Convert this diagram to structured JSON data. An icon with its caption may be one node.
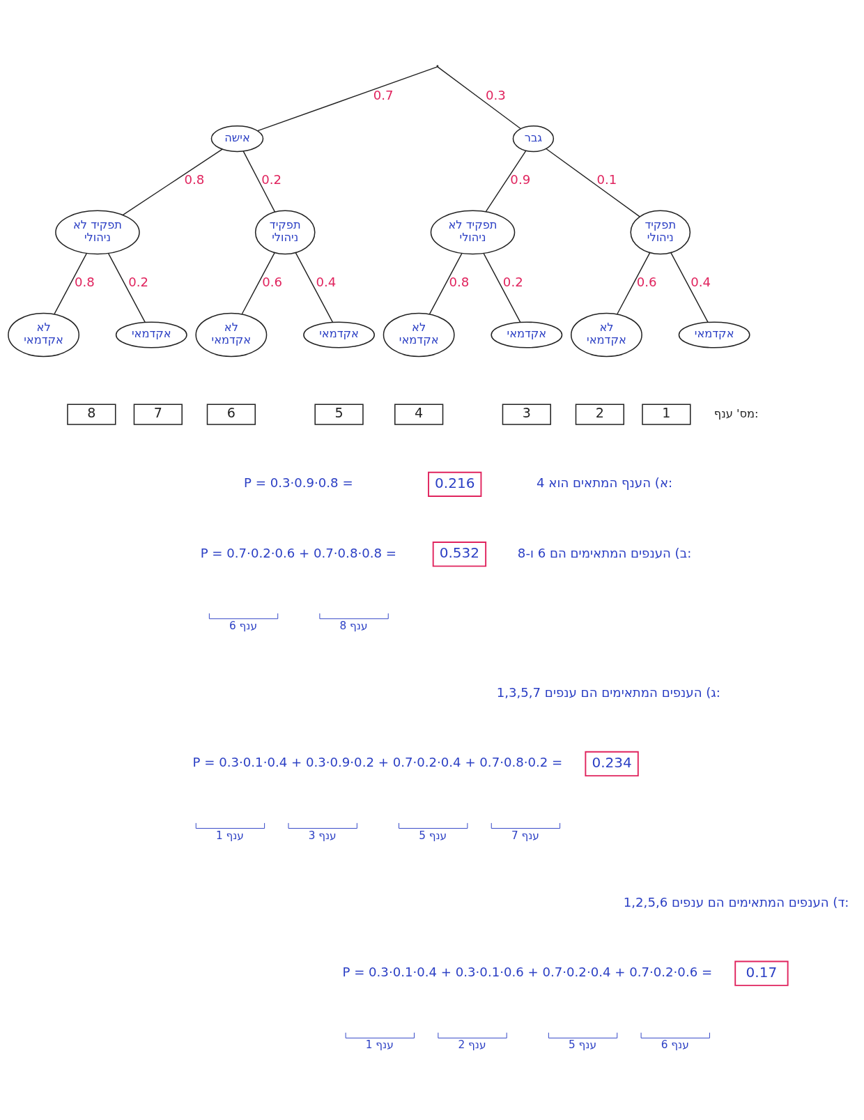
{
  "diagram": {
    "nodes": [
      {
        "text": [],
        "shape": "point"
      },
      {
        "text": [
          "אישה"
        ]
      },
      {
        "text": [
          "גבר"
        ]
      },
      {
        "text": [
          "תפקיד לא ניהולי"
        ]
      },
      {
        "text": [
          "תפקיד ניהולי"
        ]
      },
      {
        "text": [
          "תפקיד לא ניהולי"
        ]
      },
      {
        "text": [
          "תפקיד ניהולי"
        ]
      },
      {
        "text": [
          "לא אקדמאי"
        ]
      },
      {
        "text": [
          "אקדמאי"
        ]
      },
      {
        "text": [
          "לא אקדמאי"
        ]
      },
      {
        "text": [
          "אקדמאי"
        ]
      },
      {
        "text": [
          "לא אקדמאי"
        ]
      },
      {
        "text": [
          "אקדמאי"
        ]
      },
      {
        "text": [
          "לא אקדמאי"
        ]
      },
      {
        "text": [
          "אקדמאי"
        ]
      },
      {
        "text": [
          "8"
        ]
      },
      {
        "text": [
          "7"
        ]
      },
      {
        "text": [
          "6"
        ]
      },
      {
        "text": [
          "5"
        ]
      },
      {
        "text": [
          "4"
        ]
      },
      {
        "text": [
          "3"
        ]
      },
      {
        "text": [
          "2"
        ]
      },
      {
        "text": [
          "1"
        ]
      },
      {
        "text": [
          "0.216"
        ]
      },
      {
        "text": [
          "0.532"
        ]
      },
      {
        "text": [
          "0.234"
        ]
      },
      {
        "text": [
          "0.17"
        ]
      }
    ],
    "edges": [
      {
        "from": 0,
        "to": 1,
        "arrow": "none",
        "label": "0.7"
      },
      {
        "from": 0,
        "to": 2,
        "arrow": "none",
        "label": "0.3"
      },
      {
        "from": 1,
        "to": 3,
        "arrow": "none",
        "label": "0.8"
      },
      {
        "from": 1,
        "to": 4,
        "arrow": "none",
        "label": "0.2"
      },
      {
        "from": 2,
        "to": 5,
        "arrow": "none",
        "label": "0.9"
      },
      {
        "from": 2,
        "to": 6,
        "arrow": "none",
        "label": "0.1"
      },
      {
        "from": 3,
        "to": 7,
        "arrow": "none",
        "label": "0.8"
      },
      {
        "from": 3,
        "to": 8,
        "arrow": "none",
        "label": "0.2"
      },
      {
        "from": 4,
        "to": 9,
        "arrow": "none",
        "label": "0.6"
      },
      {
        "from": 4,
        "to": 10,
        "arrow": "none",
        "label": "0.4"
      },
      {
        "from": 5,
        "to": 11,
        "arrow": "none",
        "label": "0.8"
      },
      {
        "from": 5,
        "to": 12,
        "arrow": "none",
        "label": "0.2"
      },
      {
        "from": 6,
        "to": 13,
        "arrow": "none",
        "label": "0.6"
      },
      {
        "from": 6,
        "to": 14,
        "arrow": "none",
        "label": "0.4"
      }
    ],
    "labels": [
      "מס' ענף:",
      "P = 0.3·0.9·0.8 =",
      "א) הענף המתאים הוא 4:",
      "P = 0.7·0.2·0.6 + 0.7·0.8·0.8 =",
      "ב) הענפים המתאימים הם 6 ו-8:",
      "ענף 6",
      "ענף 8",
      "ג) הענפים המתאימים הם ענפים 1,3,5,7:",
      "P = 0.3·0.1·0.4 + 0.3·0.9·0.2 + 0.7·0.2·0.4 + 0.7·0.8·0.2 =",
      "ענף 1",
      "ענף 3",
      "ענף 5",
      "ענף 7",
      "ד) הענפים המתאימים הם ענפים 1,2,5,6:",
      "P = 0.3·0.1·0.4 + 0.3·0.1·0.6 + 0.7·0.2·0.4 + 0.7·0.2·0.6 =",
      "ענף 1",
      "ענף 2",
      "ענף 5",
      "ענף 6"
    ]
  }
}
